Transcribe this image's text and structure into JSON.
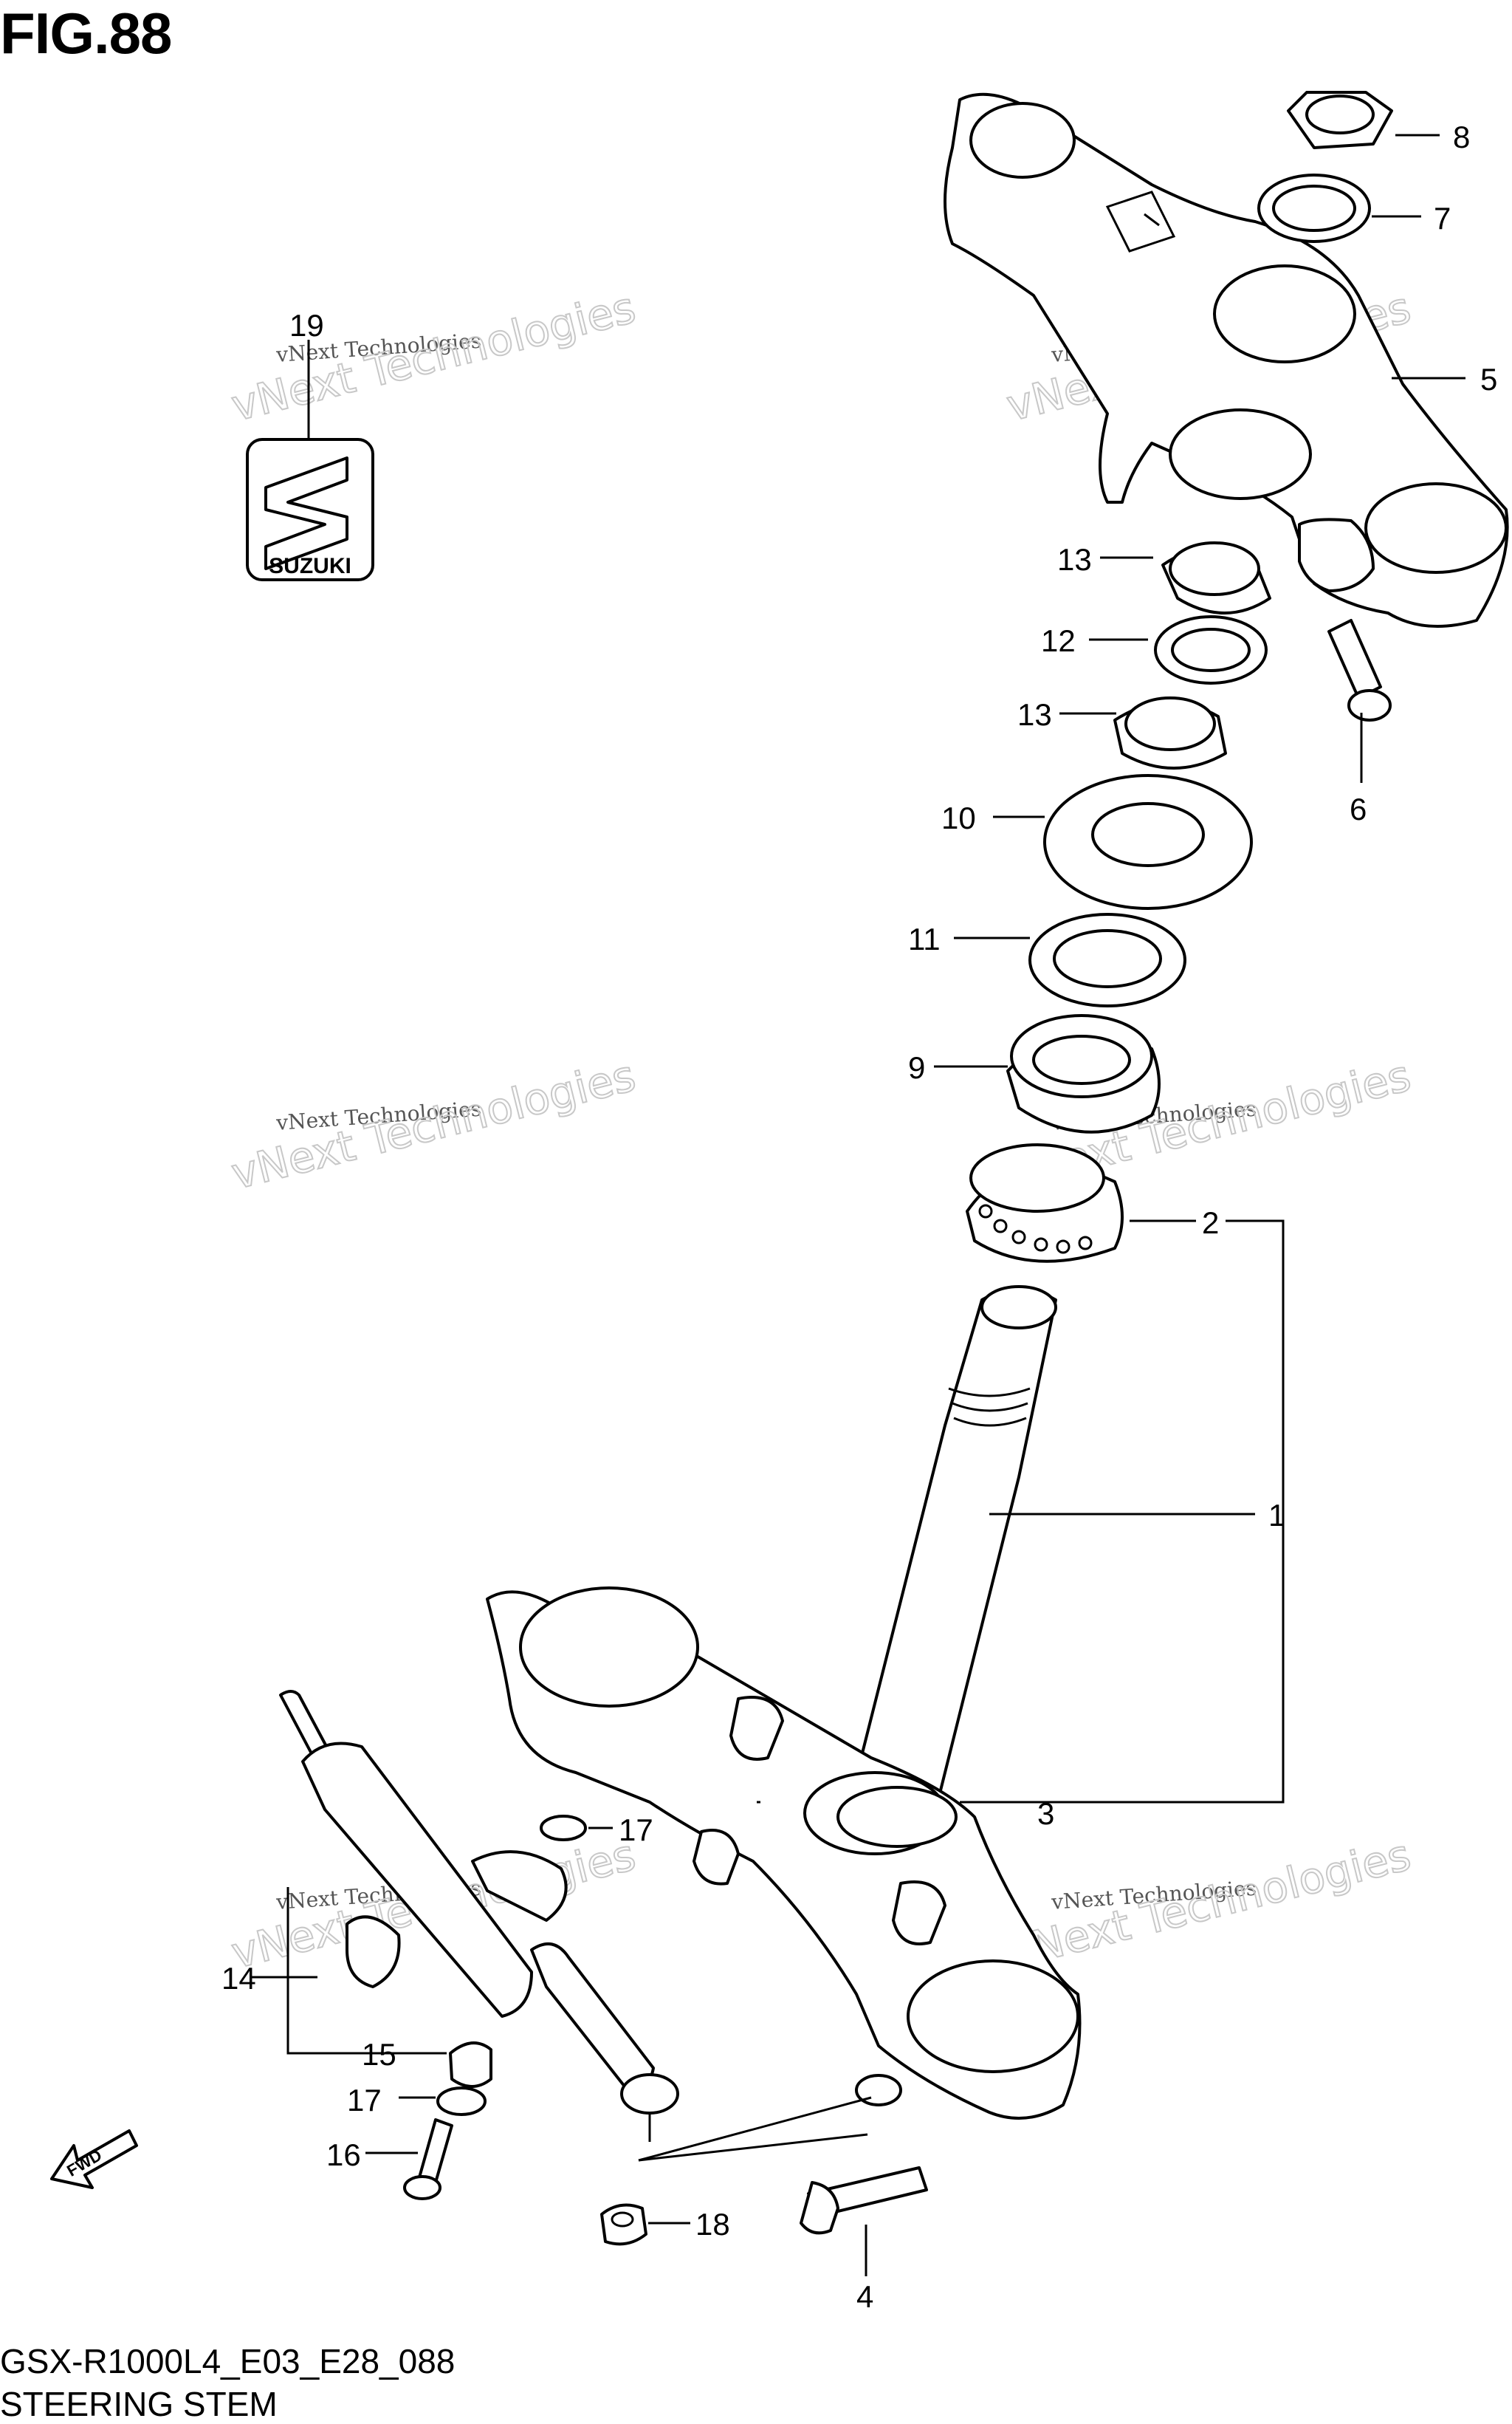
{
  "figure": {
    "title": "FIG.88",
    "model_code": "GSX-R1000L4_E03_E28_088",
    "section_title": "STEERING STEM"
  },
  "emblem": {
    "brand": "SUZUKI"
  },
  "fwd_label": "FWD",
  "watermark": {
    "line1": "vNext Technologies",
    "big": "vNext Technologies"
  },
  "callouts": {
    "c1": "1",
    "c2": "2",
    "c3": "3",
    "c4": "4",
    "c5": "5",
    "c6": "6",
    "c7": "7",
    "c8": "8",
    "c9": "9",
    "c10": "10",
    "c11": "11",
    "c12": "12",
    "c13a": "13",
    "c13b": "13",
    "c14": "14",
    "c15": "15",
    "c16": "16",
    "c17a": "17",
    "c17b": "17",
    "c18": "18",
    "c19": "19"
  }
}
